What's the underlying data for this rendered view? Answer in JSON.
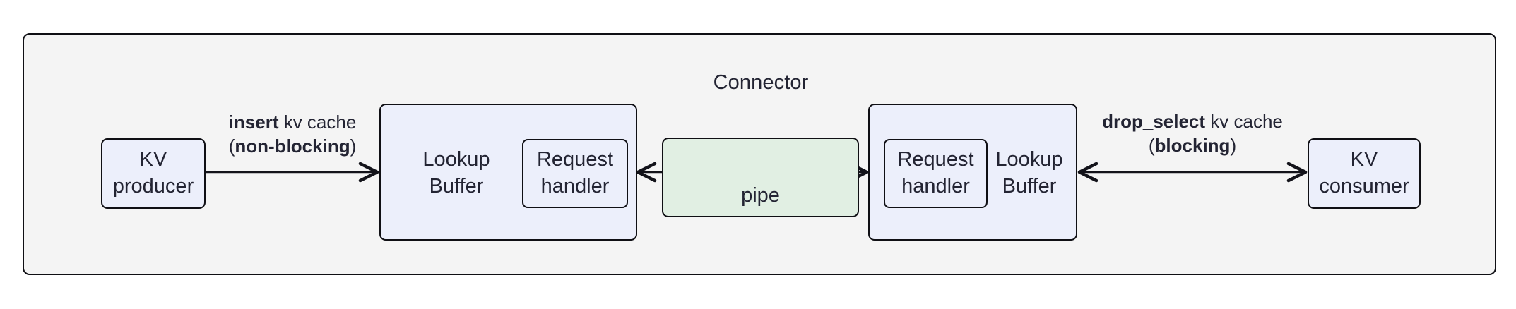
{
  "diagram": {
    "title": "Connector",
    "container": {
      "label": "Connector",
      "fill": "#f4f4f4",
      "stroke": "#0f0f14"
    },
    "nodes": {
      "kv_producer": {
        "label": "KV\nproducer",
        "fill": "#eceffb"
      },
      "kv_consumer": {
        "label": "KV\nconsumer",
        "fill": "#eceffb"
      },
      "lookup_buffer_left": {
        "label": "Lookup\nBuffer",
        "fill": "#eceffb"
      },
      "request_handler_left": {
        "label": "Request\nhandler",
        "fill": "#eceffb"
      },
      "lookup_buffer_right": {
        "label": "Lookup\nBuffer",
        "fill": "#eceffb"
      },
      "request_handler_right": {
        "label": "Request\nhandler",
        "fill": "#eceffb"
      },
      "pipe": {
        "label": "pipe",
        "fill": "#e1efe3"
      }
    },
    "edges": {
      "insert": {
        "bold_1": "insert",
        "plain_1": " kv cache",
        "paren_open": "(",
        "bold_2": "non-blocking",
        "paren_close": ")",
        "direction": "right"
      },
      "drop_select": {
        "bold_1": "drop_select",
        "plain_1": " kv cache",
        "paren_open": "(",
        "bold_2": "blocking",
        "paren_close": ")",
        "direction": "bidirectional"
      },
      "pipe_edge": {
        "direction": "bidirectional"
      }
    }
  }
}
